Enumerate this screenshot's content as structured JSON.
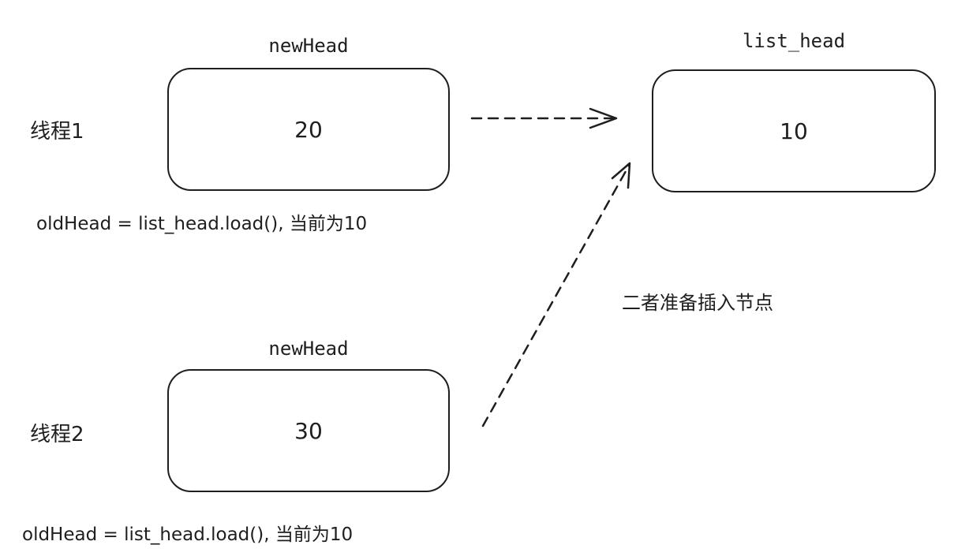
{
  "thread1": {
    "label": "线程1",
    "node_label": "newHead",
    "node_value": "20",
    "code": "oldHead = list_head.load(), 当前为10"
  },
  "thread2": {
    "label": "线程2",
    "node_label": "newHead",
    "node_value": "30",
    "code": "oldHead = list_head.load(), 当前为10"
  },
  "list_head": {
    "node_label": "list_head",
    "node_value": "10"
  },
  "note": "二者准备插入节点",
  "colors": {
    "stroke": "#1e1e1e",
    "background": "#ffffff"
  }
}
